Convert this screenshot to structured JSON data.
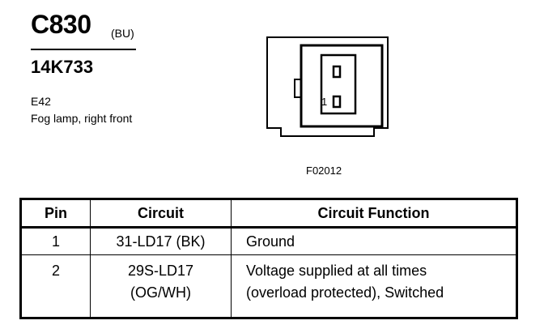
{
  "header": {
    "connector_id": "C830",
    "color_code": "(BU)",
    "part_number": "14K733",
    "location_code": "E42",
    "description": "Fog lamp, right front"
  },
  "figure": {
    "figure_id": "F02012",
    "pin_label": "1"
  },
  "table": {
    "headers": {
      "pin": "Pin",
      "circuit": "Circuit",
      "function": "Circuit Function"
    },
    "rows": [
      {
        "pin": "1",
        "circuit_line1": "31-LD17 (BK)",
        "circuit_line2": "",
        "function_line1": "Ground",
        "function_line2": ""
      },
      {
        "pin": "2",
        "circuit_line1": "29S-LD17",
        "circuit_line2": "(OG/WH)",
        "function_line1": "Voltage supplied at all times",
        "function_line2": "(overload protected), Switched"
      }
    ]
  }
}
